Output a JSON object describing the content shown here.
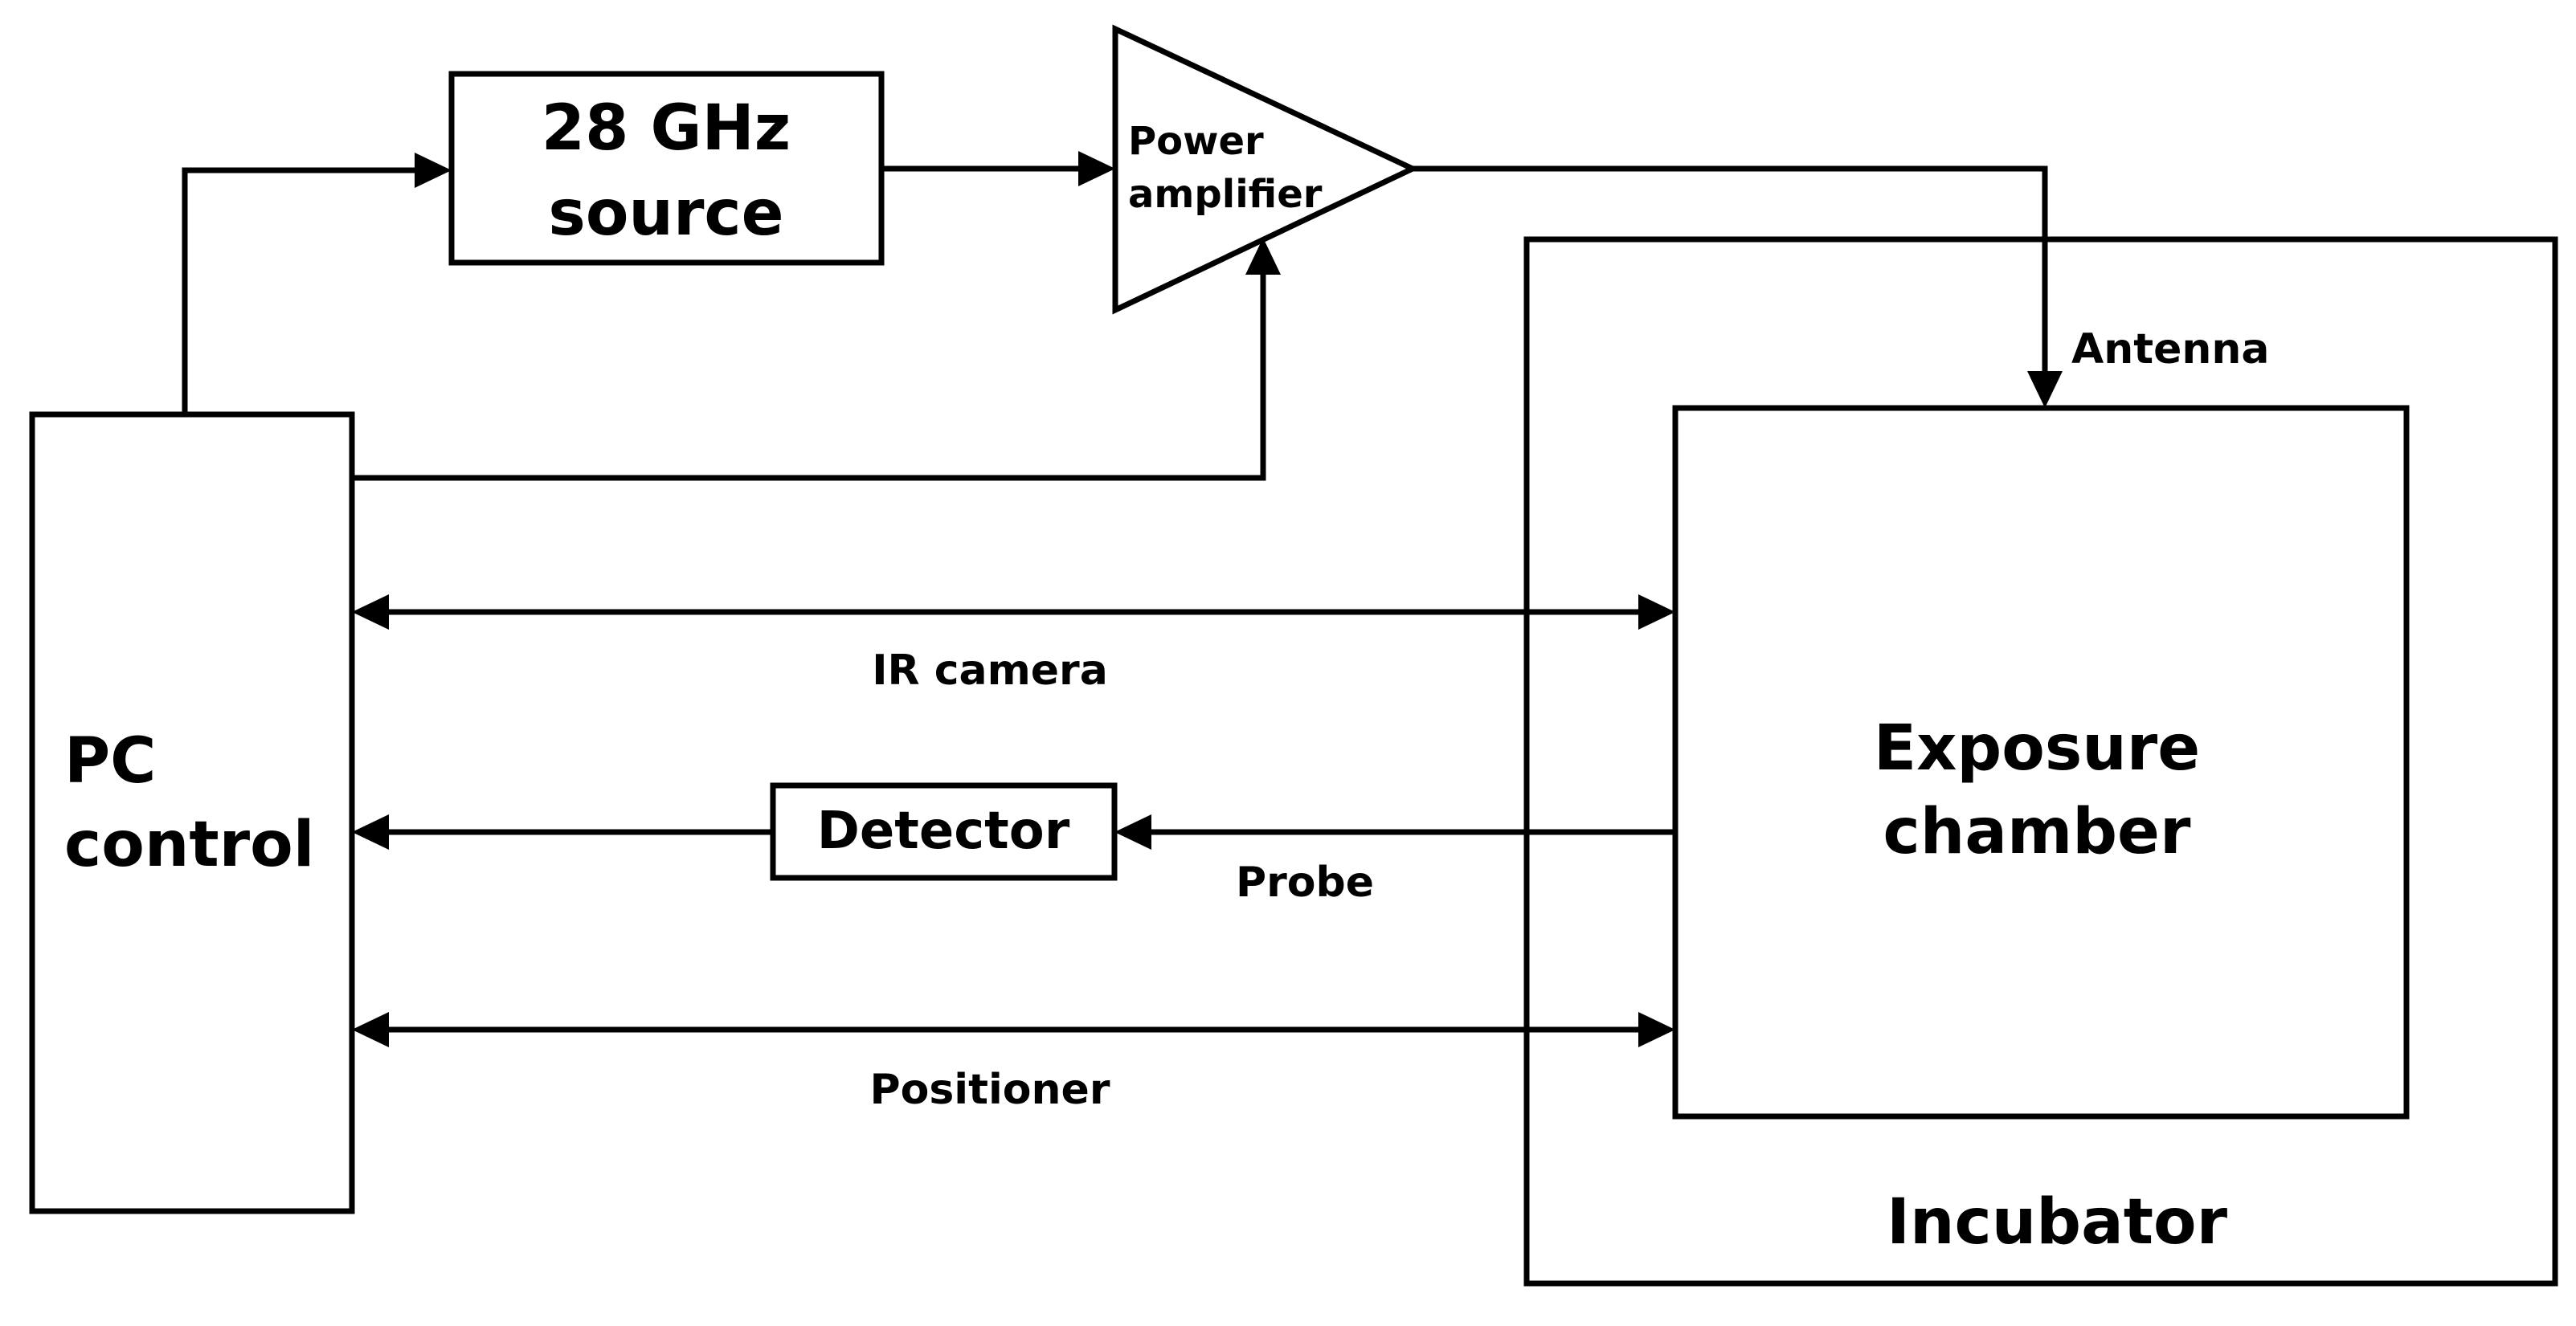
{
  "diagram": {
    "blocks": {
      "source_line1": "28 GHz",
      "source_line2": "source",
      "amplifier_line1": "Power",
      "amplifier_line2": "amplifier",
      "pc_line1": "PC",
      "pc_line2": "control",
      "detector": "Detector",
      "chamber_line1": "Exposure",
      "chamber_line2": "chamber",
      "incubator": "Incubator"
    },
    "connections": {
      "antenna": "Antenna",
      "ir_camera": "IR camera",
      "probe": "Probe",
      "positioner": "Positioner"
    }
  }
}
